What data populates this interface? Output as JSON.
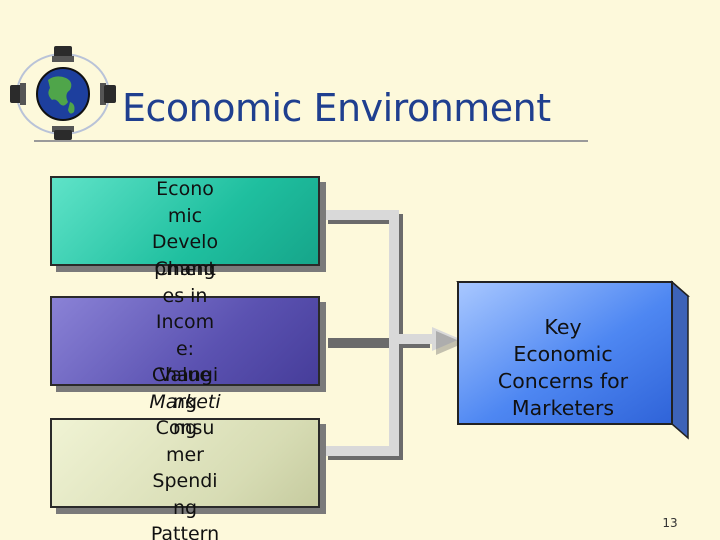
{
  "slide": {
    "title": "Economic Environment",
    "page_number": "13"
  },
  "boxes": {
    "economic_development": {
      "lines": [
        "Econo",
        "mic",
        "Develo",
        "pment"
      ],
      "color": "#1fbf9f"
    },
    "income": {
      "lines": [
        "Chang",
        "es in",
        "Incom",
        "e:",
        "Value",
        "Marketi",
        "ng"
      ],
      "italic_lines": [
        5
      ],
      "color": "#5b52b1"
    },
    "spending": {
      "lines": [
        "Changi",
        "ng",
        "Consu",
        "mer",
        "Spendi",
        "ng",
        "Pattern"
      ],
      "color": "#d7dcb4"
    }
  },
  "key_box": {
    "lines": [
      "Key",
      "Economic",
      "Concerns for",
      "Marketers"
    ],
    "color": "#4e87f2"
  },
  "icons": {
    "logo": "globe-icon"
  }
}
